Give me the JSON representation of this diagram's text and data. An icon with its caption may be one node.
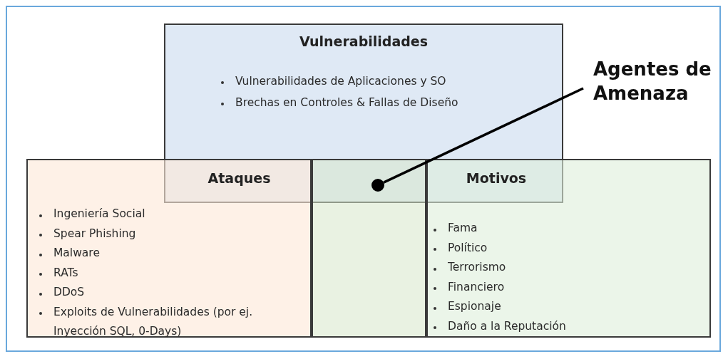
{
  "diagram": {
    "nodes": [
      {
        "text": [
          "Vulnerabilidades",
          "Vulnerabilidades de Aplicaciones y SO",
          "Brechas en Controles & Fallas de Diseño"
        ]
      },
      {
        "text": [
          "Ataques",
          "Ingeniería Social",
          "Spear Phishing",
          "Malware",
          "RATs",
          "DDoS",
          "Exploits de Vulnerabilidades (por ej. Inyección SQL, 0-Days)"
        ]
      },
      {
        "text": [],
        "shape": "box"
      },
      {
        "text": [],
        "shape": "circle"
      },
      {
        "text": [
          "Motivos",
          "Fama",
          "Político",
          "Terrorismo",
          "Financiero",
          "Espionaje",
          "Daño a la Reputación"
        ]
      },
      {
        "text": [
          "Agentes de Amenaza"
        ]
      }
    ],
    "edges": [
      {
        "from": 5,
        "to": 3,
        "arrow": "none"
      }
    ]
  }
}
